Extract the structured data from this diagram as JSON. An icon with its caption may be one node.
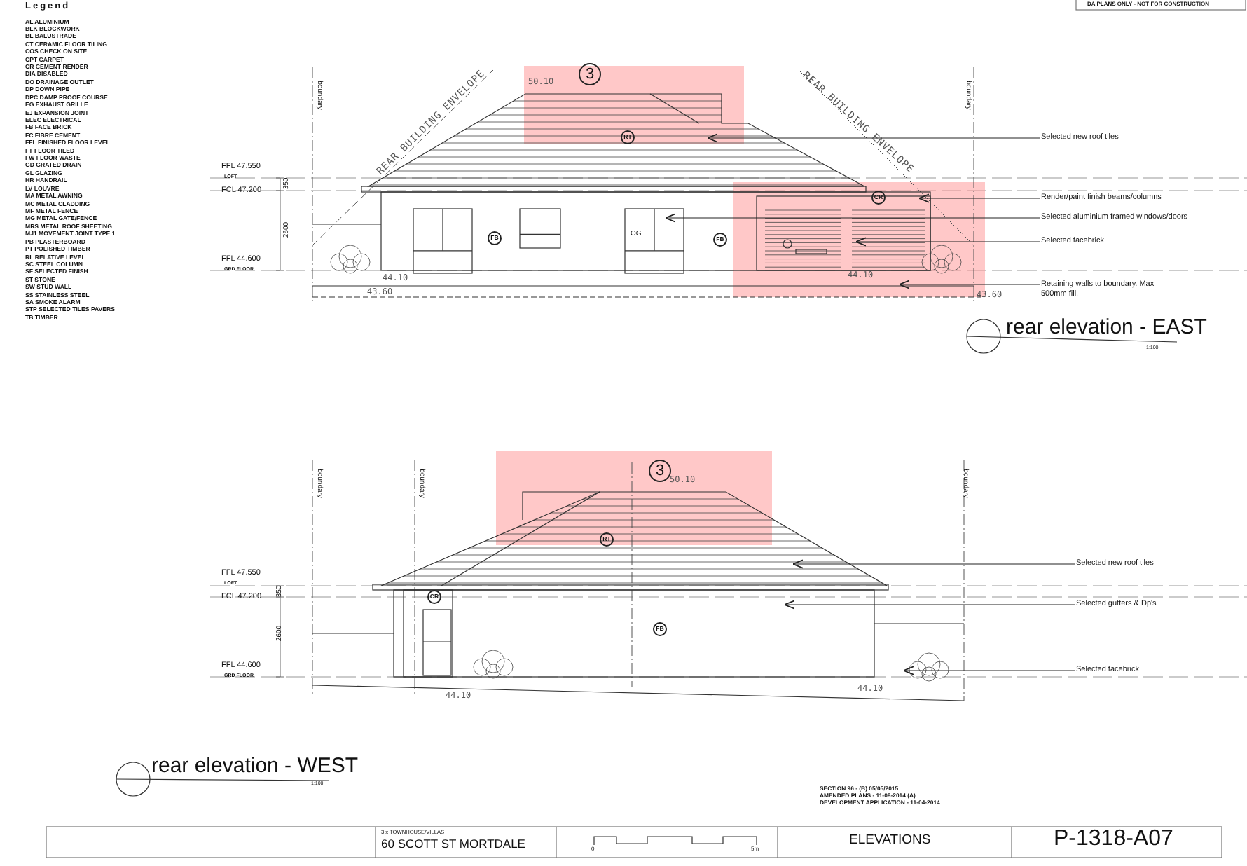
{
  "diagram": {
    "nodes": [
      {
        "text": [
          "3"
        ]
      },
      {
        "text": [
          "RT"
        ]
      },
      {
        "text": [
          "CR"
        ]
      },
      {
        "text": [
          "FB"
        ]
      },
      {
        "text": [
          "FB"
        ]
      },
      {
        "text": [
          "Selected new roof tiles"
        ]
      },
      {
        "text": [
          "Render/paint finish beams/columns"
        ]
      },
      {
        "text": [
          "Selected aluminium framed windows/doors"
        ]
      },
      {
        "text": [
          "Selected facebrick"
        ]
      },
      {
        "text": [
          "Retaining walls to boundary. Max 500mm fill."
        ]
      },
      {
        "text": [
          "3"
        ]
      },
      {
        "text": [
          "RT"
        ]
      },
      {
        "text": [
          "CR"
        ]
      },
      {
        "text": [
          "FB"
        ]
      },
      {
        "text": [
          "Selected new roof tiles"
        ]
      },
      {
        "text": [
          "Selected gutters & Dp's"
        ]
      },
      {
        "text": [
          "Selected facebrick"
        ]
      }
    ],
    "edges": [
      {
        "from": 5,
        "to": null,
        "arrow": "to"
      },
      {
        "from": 6,
        "to": null,
        "arrow": "to"
      },
      {
        "from": 7,
        "to": null,
        "arrow": "to"
      },
      {
        "from": 8,
        "to": null,
        "arrow": "to"
      },
      {
        "from": 9,
        "to": null,
        "arrow": "to"
      },
      {
        "from": 14,
        "to": null,
        "arrow": "to"
      },
      {
        "from": 15,
        "to": null,
        "arrow": "to"
      },
      {
        "from": 16,
        "to": null,
        "arrow": "to"
      }
    ],
    "labels": [
      "Legend",
      "AL ALUMINIUM",
      "BLK BLOCKWORK",
      "BL BALUSTRADE",
      "CT CERAMIC FLOOR TILING",
      "COS CHECK ON SITE",
      "CPT CARPET",
      "CR CEMENT RENDER",
      "DIA DISABLED",
      "DO DRAINAGE OUTLET",
      "DP DOWN PIPE",
      "DPC DAMP PROOF COURSE",
      "EG EXHAUST GRILLE",
      "EJ EXPANSION JOINT",
      "ELEC ELECTRICAL",
      "FB FACE BRICK",
      "FC FIBRE CEMENT",
      "FFL FINISHED FLOOR LEVEL",
      "FT FLOOR TILED",
      "FW FLOOR WASTE",
      "GD GRATED DRAIN",
      "GL GLAZING",
      "HR HANDRAIL",
      "LV LOUVRE",
      "MA METAL AWNING",
      "MC METAL CLADDING",
      "MF METAL FENCE",
      "MG METAL GATE/FENCE",
      "MRS METAL ROOF SHEETING",
      "MJ1 MOVEMENT JOINT TYPE 1",
      "PB PLASTERBOARD",
      "PT POLISHED TIMBER",
      "RL RELATIVE LEVEL",
      "SC STEEL COLUMN",
      "SF SELECTED FINISH",
      "ST STONE",
      "SW STUD WALL",
      "SS STAINLESS STEEL",
      "SA SMOKE ALARM",
      "STP SELECTED TILES PAVERS",
      "TB TIMBER",
      "DA PLANS ONLY - NOT FOR CONSTRUCTION",
      "boundary",
      "REAR BUILDING ENVELOPE",
      "50.10",
      "REAR BUILDING ENVELOPE",
      "boundary",
      "OG",
      "FFL 47.550",
      "LOFT",
      "350",
      "FCL 47.200",
      "2600",
      "FFL 44.600",
      "GRD FLOOR",
      "44.10",
      "43.60",
      "44.10",
      "43.60",
      "rear elevation - EAST",
      "1:100",
      "boundary",
      "boundary",
      "50.10",
      "boundary",
      "FFL 47.550",
      "LOFT",
      "350",
      "FCL 47.200",
      "2600",
      "FFL 44.600",
      "GRD FLOOR",
      "44.10",
      "44.10",
      "rear elevation - WEST",
      "1:100",
      "SECTION 96 - (B) 05/05/2015",
      "AMENDED PLANS - 11-08-2014 (A)",
      "DEVELOPMENT APPLICATION - 11-04-2014",
      "3 x TOWNHOUSE/VILLAS",
      "60 SCOTT ST MORTDALE",
      "0",
      "5m",
      "ELEVATIONS",
      "P-1318-A07"
    ]
  }
}
